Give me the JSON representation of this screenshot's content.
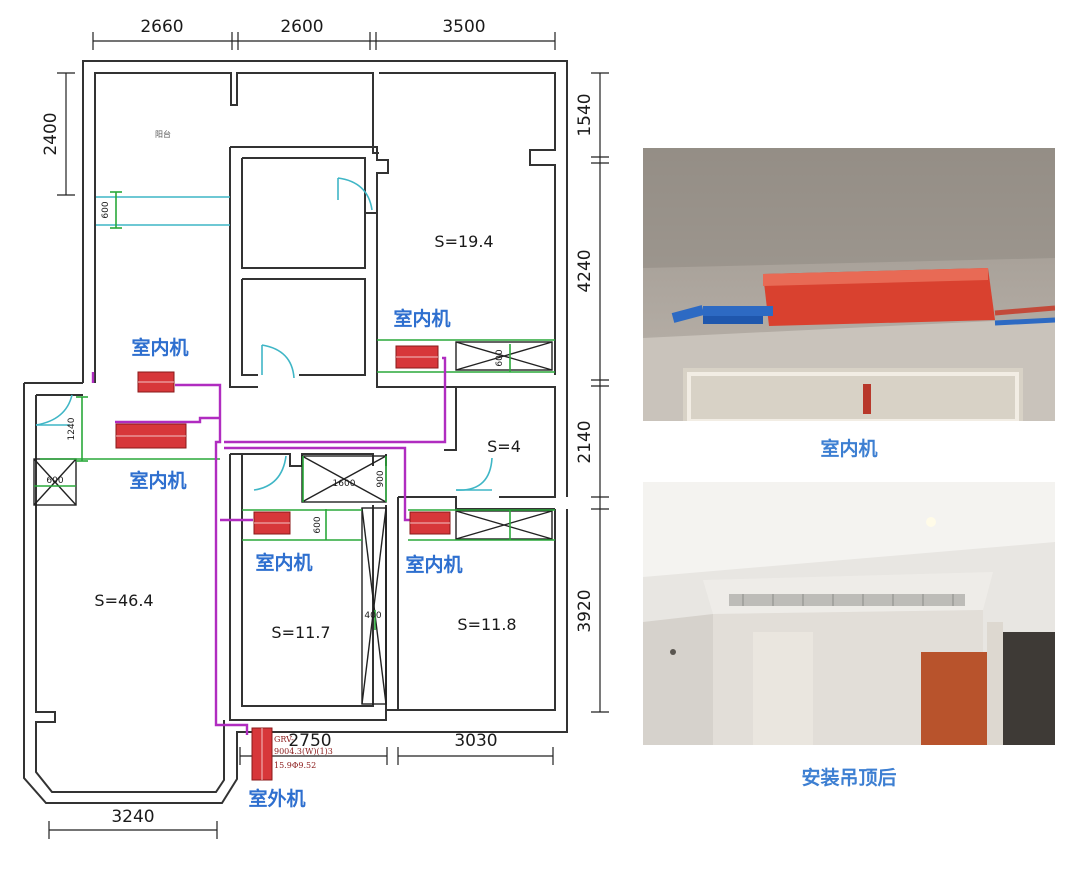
{
  "dimensions": {
    "top": [
      "2660",
      "2600",
      "3500"
    ],
    "left_top": "2400",
    "right": [
      "1540",
      "4240",
      "2140",
      "3920"
    ],
    "bottom": [
      "2750",
      "3030"
    ],
    "bottom_left": "3240"
  },
  "rooms": {
    "master": "S=19.4",
    "living": "S=46.4",
    "small": "S=4",
    "bed2": "S=11.7",
    "bed3": "S=11.8"
  },
  "small_dims": [
    "600",
    "1240",
    "1600",
    "900",
    "600",
    "600",
    "400",
    "600"
  ],
  "unit_labels": {
    "indoor": "室内机",
    "outdoor": "室外机",
    "tiny_note": "阳台",
    "outdoor_spec": [
      "GRV-",
      "9004.3(W)(1)3",
      "15.9Φ9.52"
    ]
  },
  "captions": {
    "photo1": "室内机",
    "photo2": "安装吊顶后"
  },
  "colors": {
    "wall": "#333333",
    "pipe": "#b02cc0",
    "dim_green": "#2aa83a",
    "unit_red": "#c7282a",
    "label_blue": "#2e6fcf",
    "door_cyan": "#3fb6c6"
  }
}
